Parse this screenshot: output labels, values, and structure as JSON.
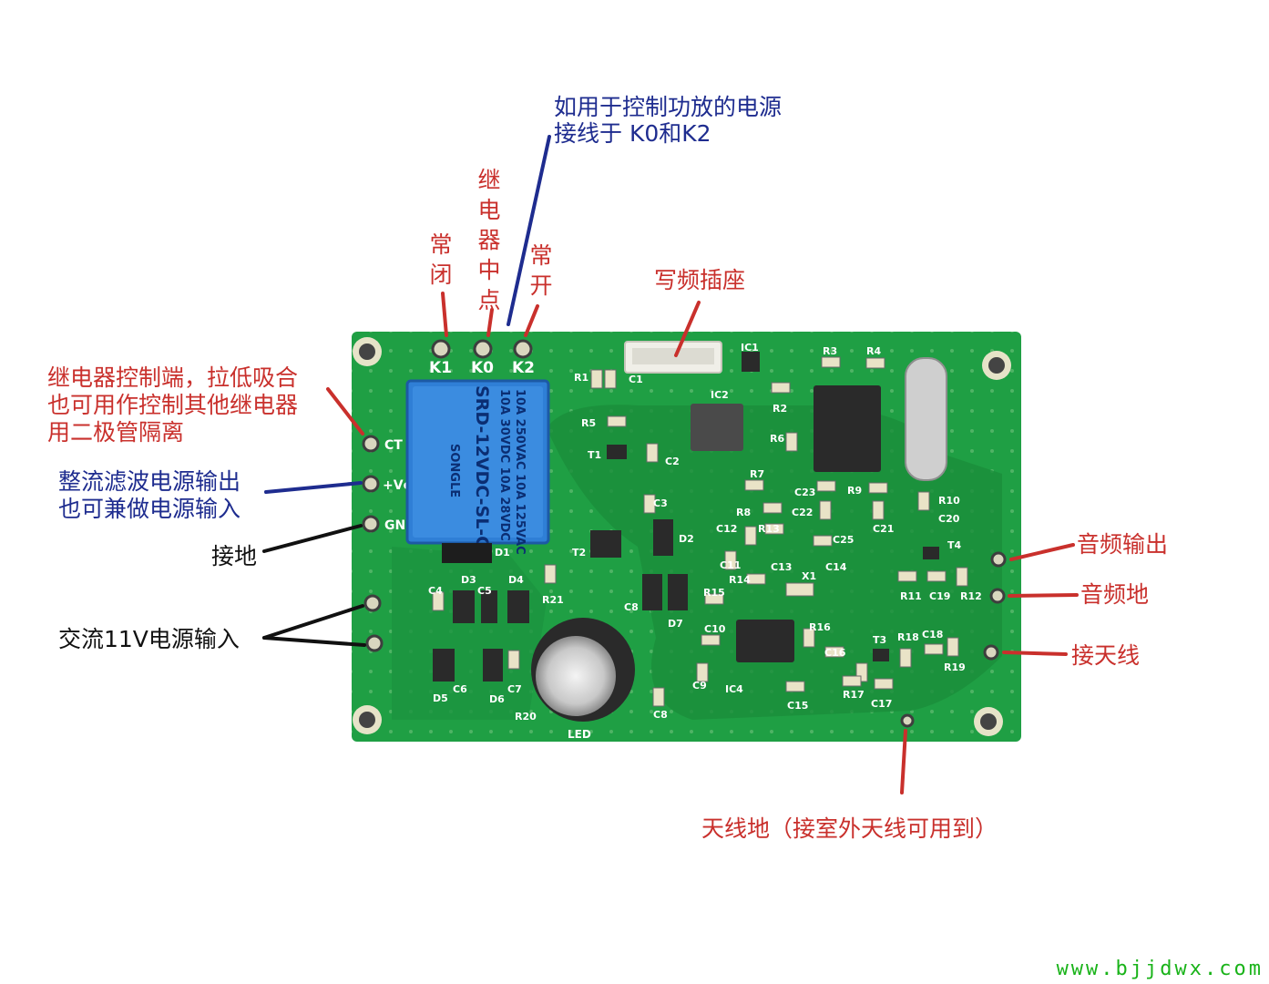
{
  "labels": {
    "amp_power_line1": "如用于控制功放的电源",
    "amp_power_line2": "接线于 K0和K2",
    "relay_middle": "继电器中点",
    "normally_closed": "常闭",
    "normally_open": "常开",
    "program_socket": "写频插座",
    "relay_control_line1": "继电器控制端，拉低吸合",
    "relay_control_line2": "也可用作控制其他继电器",
    "relay_control_line3": "用二极管隔离",
    "rectified_line1": "整流滤波电源输出",
    "rectified_line2": "也可兼做电源输入",
    "ground": "接地",
    "ac_input": "交流11V电源输入",
    "audio_out": "音频输出",
    "audio_ground": "音频地",
    "antenna": "接天线",
    "antenna_ground": "天线地（接室外天线可用到）"
  },
  "board": {
    "pin_k1": "K1",
    "pin_k0": "K0",
    "pin_k2": "K2",
    "pin_ct": "CT",
    "pin_vc": "+Vc",
    "pin_gnd": "GND",
    "relay_brand": "SONGLE",
    "relay_model": "SRD-12VDC-SL-C",
    "relay_rating1": "10A 250VAC  10A 125VAC",
    "relay_rating2": "10A 30VDC   10A 28VDC",
    "ic1": "IC1",
    "ic2": "IC2",
    "ic4": "IC4",
    "led": "LED",
    "parts": [
      "R1",
      "C1",
      "R3",
      "R4",
      "R2",
      "R5",
      "T1",
      "C2",
      "R6",
      "R7",
      "R8",
      "C3",
      "C12",
      "R13",
      "C23",
      "C22",
      "R9",
      "C21",
      "R10",
      "C20",
      "C25",
      "T2",
      "D2",
      "C11",
      "R14",
      "C13",
      "X1",
      "C14",
      "T4",
      "R11",
      "C19",
      "R12",
      "R21",
      "R15",
      "C10",
      "R16",
      "C16",
      "T3",
      "R18",
      "C18",
      "R19",
      "C4",
      "C5",
      "D3",
      "D4",
      "D5",
      "C6",
      "D6",
      "C7",
      "C9",
      "C15",
      "R17",
      "C17",
      "R20",
      "C8",
      "C8B",
      "D7",
      "D1"
    ]
  },
  "colors": {
    "pcb": "#1f9f44",
    "pcb_dark": "#157a33",
    "relay": "#2f7fd6",
    "red_label": "#c9302c",
    "blue_label": "#1e2c8f",
    "footer": "#19b319"
  },
  "footer": "www.bjjdwx.com"
}
